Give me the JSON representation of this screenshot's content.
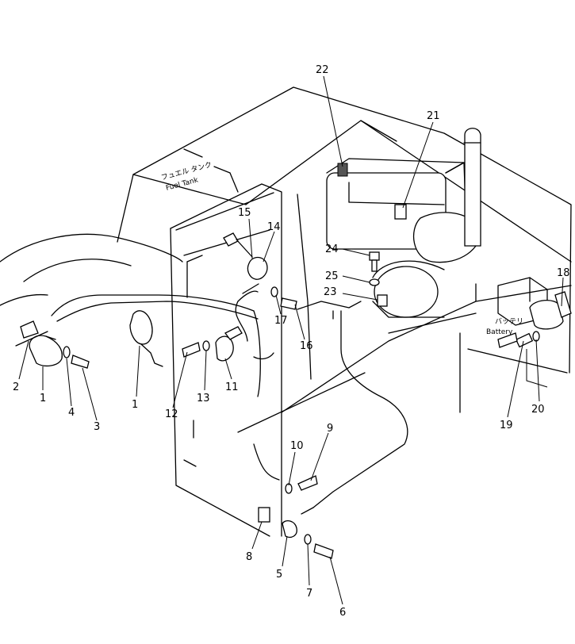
{
  "labels": {
    "fuel_tank_jp": "フュエル タンク",
    "fuel_tank_en": "Fuel Tank",
    "battery_jp": "バッテリ",
    "battery_en": "Battery"
  },
  "callouts": [
    "1",
    "2",
    "4",
    "3",
    "1",
    "12",
    "13",
    "11",
    "15",
    "14",
    "17",
    "16",
    "22",
    "21",
    "24",
    "25",
    "23",
    "18",
    "19",
    "20",
    "10",
    "9",
    "8",
    "5",
    "7",
    "6"
  ]
}
